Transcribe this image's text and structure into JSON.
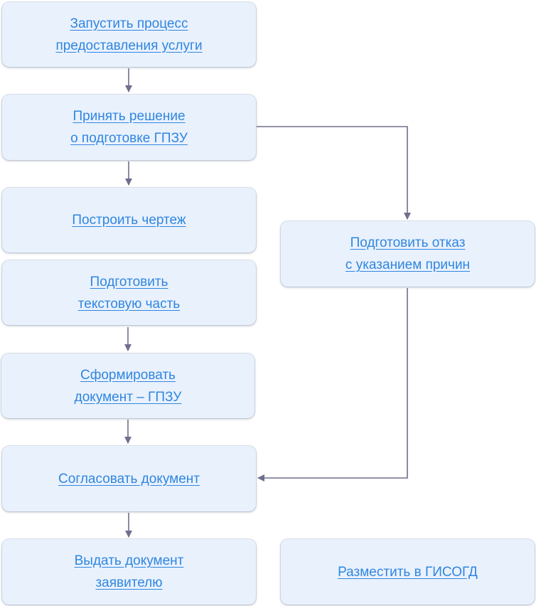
{
  "steps": {
    "start_process": {
      "line1": "Запустить процесс",
      "line2": "предоставления услуги"
    },
    "decide": {
      "line1": "Принять решение",
      "line2": "о подготовке ГПЗУ"
    },
    "draw": {
      "line1": "Построить чертеж"
    },
    "text_part": {
      "line1": "Подготовить",
      "line2": "текстовую часть"
    },
    "form_doc": {
      "line1": "Сформировать",
      "line2": "документ – ГПЗУ"
    },
    "approve": {
      "line1": "Согласовать документ"
    },
    "issue": {
      "line1": "Выдать документ",
      "line2": "заявителю"
    },
    "refusal": {
      "line1": "Подготовить отказ",
      "line2": "с указанием причин"
    },
    "publish": {
      "line1": "Разместить в ГИСОГД"
    }
  },
  "colors": {
    "box_fill": "#e9f1fd",
    "link": "#2f86e0",
    "arrow": "#6e6e8e"
  }
}
